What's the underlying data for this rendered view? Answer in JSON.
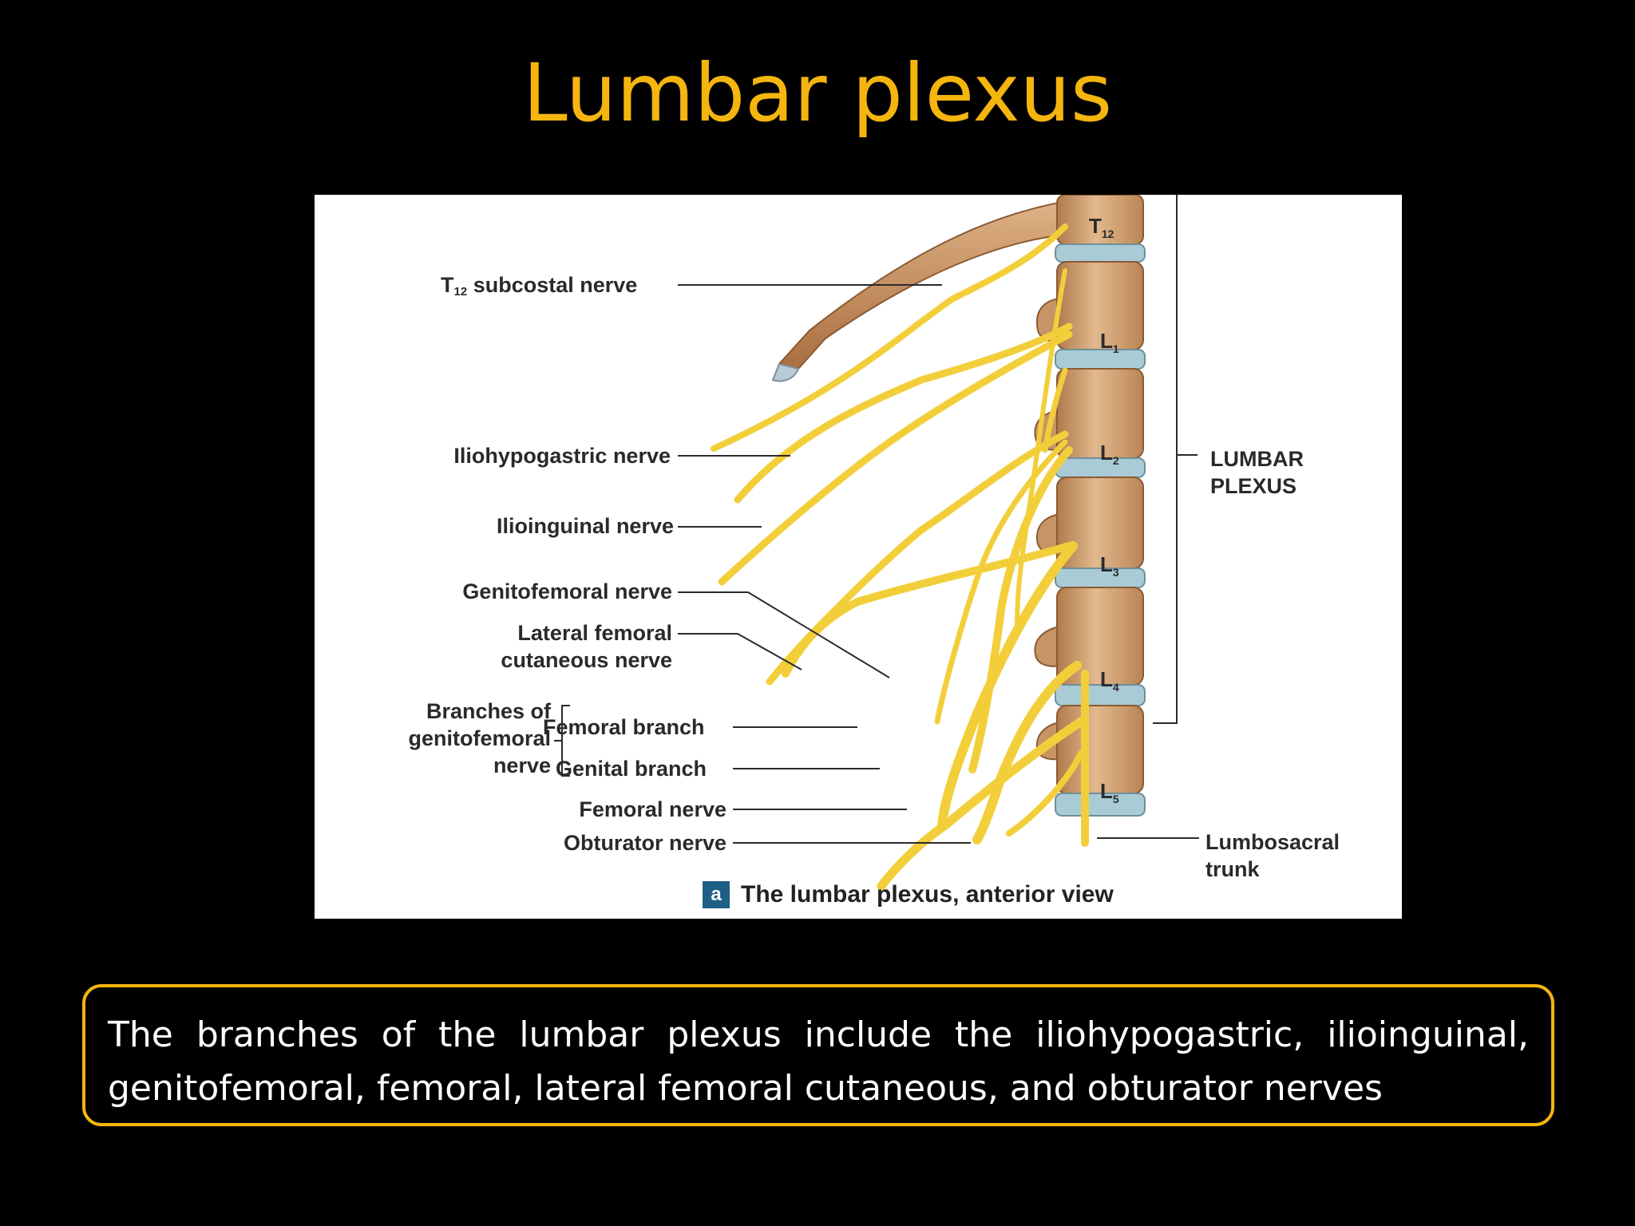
{
  "slide": {
    "title": "Lumbar plexus",
    "summary": "The branches of the lumbar plexus include the iliohypogastric, ilioinguinal, genitofemoral, femoral, lateral femoral cutaneous, and obturator nerves"
  },
  "figure": {
    "caption_badge": "a",
    "caption": "The lumbar plexus, anterior view",
    "vertebrae": [
      {
        "letter": "T",
        "sub": "12"
      },
      {
        "letter": "L",
        "sub": "1"
      },
      {
        "letter": "L",
        "sub": "2"
      },
      {
        "letter": "L",
        "sub": "3"
      },
      {
        "letter": "L",
        "sub": "4"
      },
      {
        "letter": "L",
        "sub": "5"
      }
    ],
    "labels": {
      "subcostal_prefix": "T",
      "subcostal_sub": "12",
      "subcostal_text": " subcostal nerve",
      "iliohypogastric": "Iliohypogastric nerve",
      "ilioinguinal": "Ilioinguinal nerve",
      "genitofemoral": "Genitofemoral nerve",
      "lateral_femoral_1": "Lateral femoral",
      "lateral_femoral_2": "cutaneous nerve",
      "branches_1": "Branches of",
      "branches_2": "genitofemoral",
      "branches_3": "nerve",
      "femoral_branch": "Femoral branch",
      "genital_branch": "Genital branch",
      "femoral_nerve": "Femoral nerve",
      "obturator_nerve": "Obturator nerve",
      "lumbar_plexus_1": "LUMBAR",
      "lumbar_plexus_2": "PLEXUS",
      "lumbosacral_1": "Lumbosacral",
      "lumbosacral_2": "trunk"
    }
  },
  "colors": {
    "title": "#F5B50F",
    "box_border": "#F5B50F",
    "nerve": "#F2CF3A",
    "bone": "#D6A878",
    "disc": "#A9CBD6",
    "background": "#000000"
  }
}
